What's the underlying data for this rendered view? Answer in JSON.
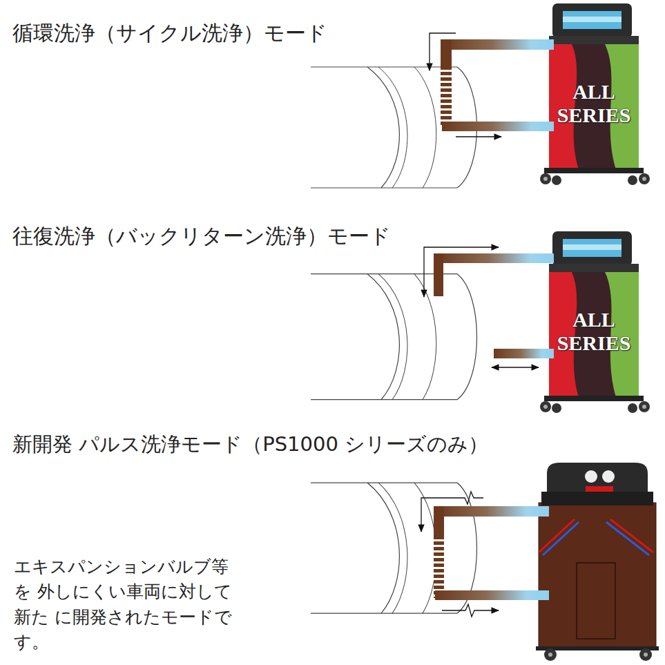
{
  "diagram": {
    "nodes": [
      {
        "text": [
          "ALL SERIES"
        ]
      },
      {
        "text": [
          "ALL SERIES"
        ]
      }
    ],
    "labels": [
      "循環洗浄（サイクル洗浄）モード",
      "往復洗浄（バックリターン洗浄）モード",
      "新開発 パルス洗浄モード（PS1000 シリーズのみ）",
      "エキスパンションバルブ等を 外しにくい車両に対して新た に開発されたモードです。"
    ]
  }
}
